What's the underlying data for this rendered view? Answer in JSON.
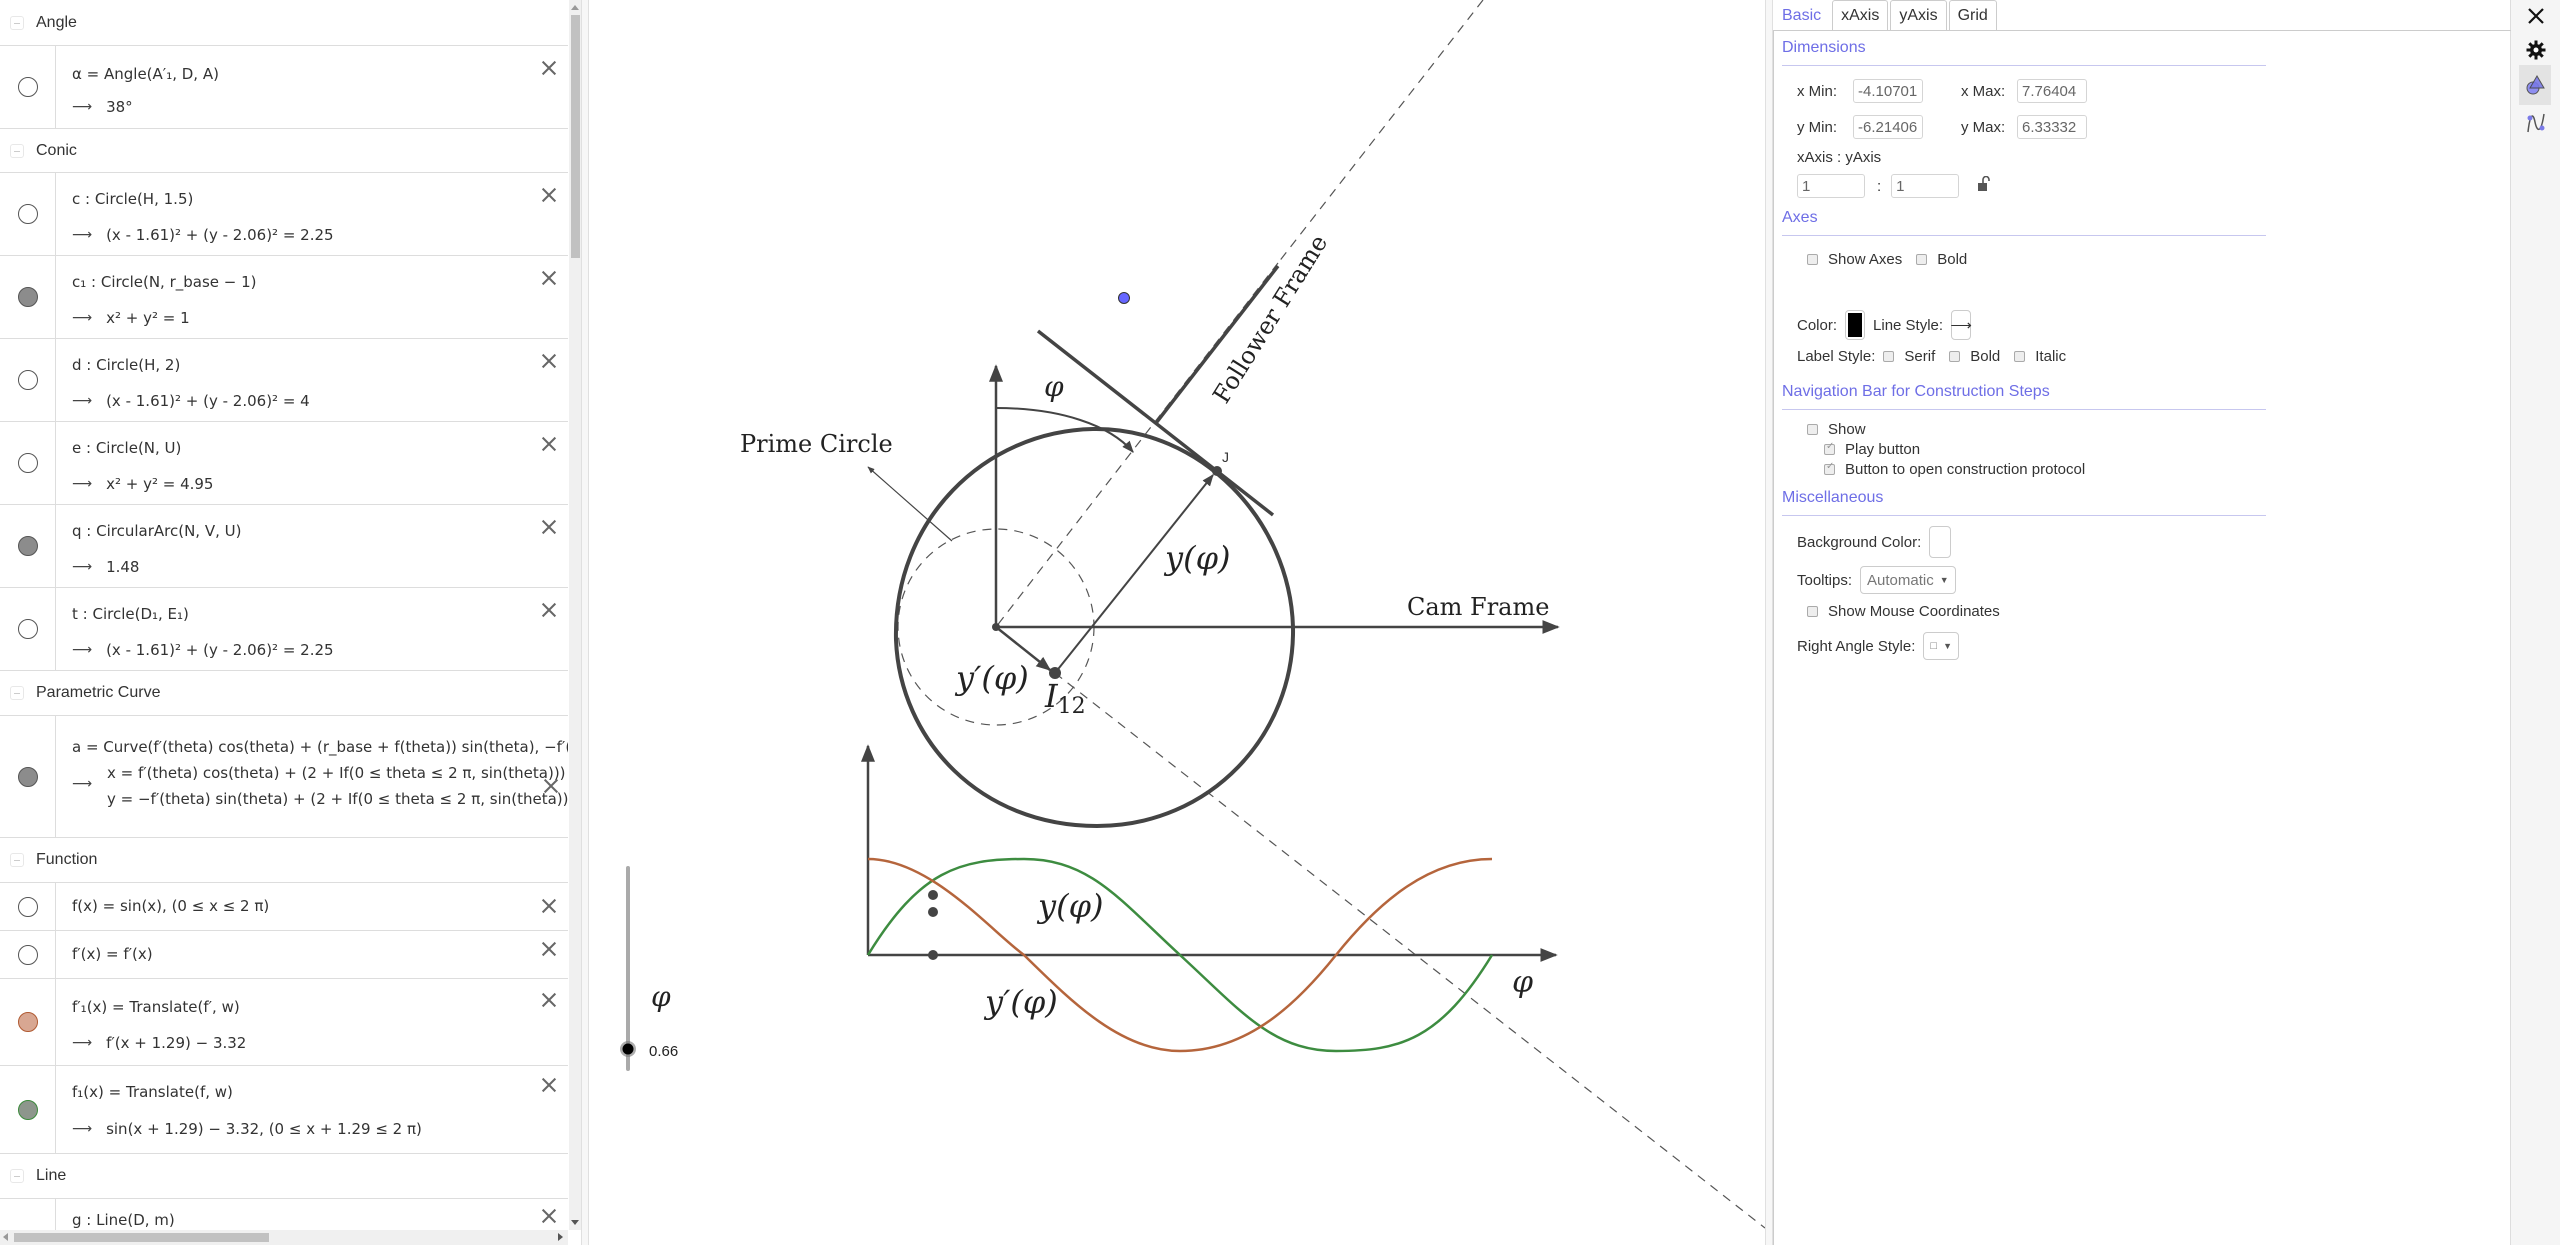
{
  "algebra": {
    "groups": [
      {
        "title": "Angle",
        "items": [
          {
            "definition": "α = Angle(A′₁, D, A)",
            "value": "38°",
            "marble": "empty"
          }
        ]
      },
      {
        "title": "Conic",
        "items": [
          {
            "definition": "c : Circle(H, 1.5)",
            "value": "(x - 1.61)² + (y - 2.06)² = 2.25",
            "marble": "empty"
          },
          {
            "definition": "c₁ : Circle(N, r_base − 1)",
            "value": "x² + y² = 1",
            "marble": "filled"
          },
          {
            "definition": "d : Circle(H, 2)",
            "value": "(x - 1.61)² + (y - 2.06)² = 4",
            "marble": "empty"
          },
          {
            "definition": "e : Circle(N, U)",
            "value": "x² + y² = 4.95",
            "marble": "empty"
          },
          {
            "definition": "q : CircularArc(N, V, U)",
            "value": "1.48",
            "marble": "filled"
          },
          {
            "definition": "t : Circle(D₁, E₁)",
            "value": "(x - 1.61)² + (y - 2.06)² = 2.25",
            "marble": "empty"
          }
        ]
      },
      {
        "title": "Parametric Curve",
        "items": [
          {
            "definition": "a = Curve(f′(theta)  cos(theta) + (r_base + f(theta))  sin(theta), −f′(th",
            "value_x": "x = f′(theta)  cos(theta) + (2 + If(0 ≤ theta ≤ 2 π, sin(theta)))",
            "value_y": "y = −f′(theta)  sin(theta) + (2 + If(0 ≤ theta ≤ 2 π, sin(theta)))",
            "marble": "filled"
          }
        ]
      },
      {
        "title": "Function",
        "items": [
          {
            "definition": "f(x)  =  sin(x),     (0 ≤ x ≤ 2 π)",
            "marble": "empty"
          },
          {
            "definition": "f′(x)  =  f′(x)",
            "marble": "empty"
          },
          {
            "definition": "f′₁(x) = Translate(f′, w)",
            "value": "f′(x + 1.29) − 3.32",
            "marble": "orange"
          },
          {
            "definition": "f₁(x) = Translate(f, w)",
            "value": "sin(x + 1.29) − 3.32,     (0 ≤ x + 1.29 ≤ 2 π)",
            "marble": "green"
          }
        ]
      },
      {
        "title": "Line",
        "items": [
          {
            "definition": "g : Line(D, m)",
            "marble": "empty"
          }
        ]
      }
    ]
  },
  "canvas": {
    "labels": {
      "prime_circle": "Prime Circle",
      "follower_frame": "Follower Frame",
      "cam_frame": "Cam Frame",
      "phi_angle": "φ",
      "y_phi": "y(φ)",
      "y_prime_phi": "y′(φ)",
      "i12": "I",
      "i12_sub": "12",
      "point_j": "J",
      "plot_y_phi": "y(φ)",
      "plot_y_prime_phi": "y′(φ)",
      "plot_x_label": "φ"
    },
    "slider": {
      "label": "φ",
      "value": "0.66"
    },
    "colors": {
      "y_curve": "#3d8c40",
      "y_prime_curve": "#b5653c",
      "free_point": "#6666ff",
      "lines": "#444444"
    }
  },
  "settings": {
    "tabs": [
      "Basic",
      "xAxis",
      "yAxis",
      "Grid"
    ],
    "active_tab": "Basic",
    "sections": {
      "dimensions": "Dimensions",
      "axes": "Axes",
      "navbar": "Navigation Bar for Construction Steps",
      "misc": "Miscellaneous"
    },
    "dimensions": {
      "xmin_label": "x Min:",
      "xmin": "-4.10701",
      "xmax_label": "x Max:",
      "xmax": "7.76404",
      "ymin_label": "y Min:",
      "ymin": "-6.21406",
      "ymax_label": "y Max:",
      "ymax": "6.33332",
      "ratio_label": "xAxis : yAxis",
      "ratio_x": "1",
      "ratio_sep": ":",
      "ratio_y": "1"
    },
    "axes": {
      "show_axes": "Show Axes",
      "show_axes_checked": false,
      "bold": "Bold",
      "bold_checked": false,
      "color_label": "Color:",
      "color": "#000000",
      "line_style_label": "Line Style:",
      "line_style": "⟶",
      "label_style_label": "Label Style:",
      "serif": "Serif",
      "label_bold": "Bold",
      "italic": "Italic"
    },
    "navbar": {
      "show": "Show",
      "play_button": "Play button",
      "protocol_button": "Button to open construction protocol"
    },
    "misc": {
      "background_color_label": "Background Color:",
      "tooltips_label": "Tooltips:",
      "tooltips_value": "Automatic",
      "show_mouse_coords": "Show Mouse Coordinates",
      "right_angle_label": "Right Angle Style:",
      "right_angle_value": "□"
    }
  },
  "side_strip": {
    "close": "close-icon",
    "settings": "gear-icon",
    "graphics": "graphics-view-icon",
    "algebra": "function-graph-icon"
  }
}
